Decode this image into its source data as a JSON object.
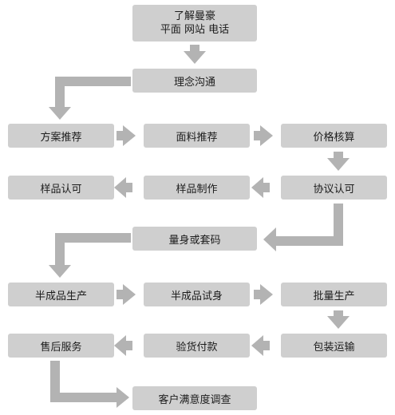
{
  "steps": {
    "contact_line1": "了解曼豪",
    "contact_line2": "平面 网站 电话",
    "concept": "理念沟通",
    "plan": "方案推荐",
    "fabric": "面料推荐",
    "price": "价格核算",
    "sample_ok": "样品认可",
    "sample_make": "样品制作",
    "agreement": "协议认可",
    "measure": "量身或套码",
    "semi_prod": "半成品生产",
    "semi_fit": "半成品试身",
    "mass_prod": "批量生产",
    "after_sale": "售后服务",
    "inspect_pay": "验货付款",
    "pack_ship": "包装运输",
    "survey": "客户满意度调查"
  },
  "colors": {
    "box": "#cfcfcf",
    "arrow": "#b3b3b3",
    "text": "#1c1c1c"
  }
}
